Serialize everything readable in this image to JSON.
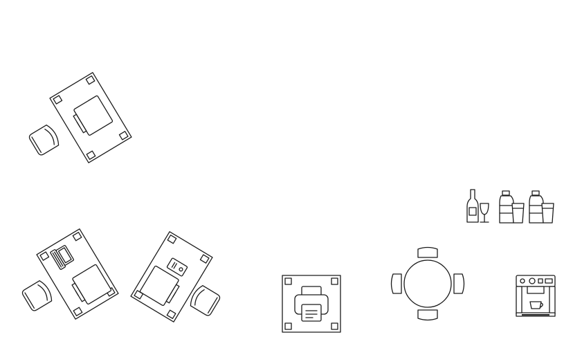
{
  "diagram": {
    "kind": "office floor plan",
    "background": "#ffffff",
    "line_color": "#1a1a1a",
    "items": [
      {
        "name": "desk-with-monitor",
        "icons": [
          "desk-icon",
          "monitor-icon",
          "chair-icon"
        ]
      },
      {
        "name": "desk-with-laptop-and-monitor",
        "icons": [
          "desk-icon",
          "laptop-icon",
          "monitor-icon",
          "chair-icon"
        ]
      },
      {
        "name": "desk-with-pc",
        "icons": [
          "desk-icon",
          "pc-tower-icon",
          "monitor-icon",
          "chair-icon"
        ]
      },
      {
        "name": "printer-station",
        "icons": [
          "printer-icon"
        ]
      },
      {
        "name": "round-table-with-chairs",
        "icons": [
          "round-table-icon",
          "chair-icon"
        ]
      },
      {
        "name": "wine-bottle-and-glass",
        "icons": [
          "wine-bottle-icon",
          "wine-glass-icon"
        ]
      },
      {
        "name": "water-bottle-and-glass",
        "icons": [
          "water-bottle-icon",
          "water-glass-icon"
        ]
      },
      {
        "name": "coffee-machine",
        "icons": [
          "coffee-machine-icon"
        ]
      }
    ]
  }
}
